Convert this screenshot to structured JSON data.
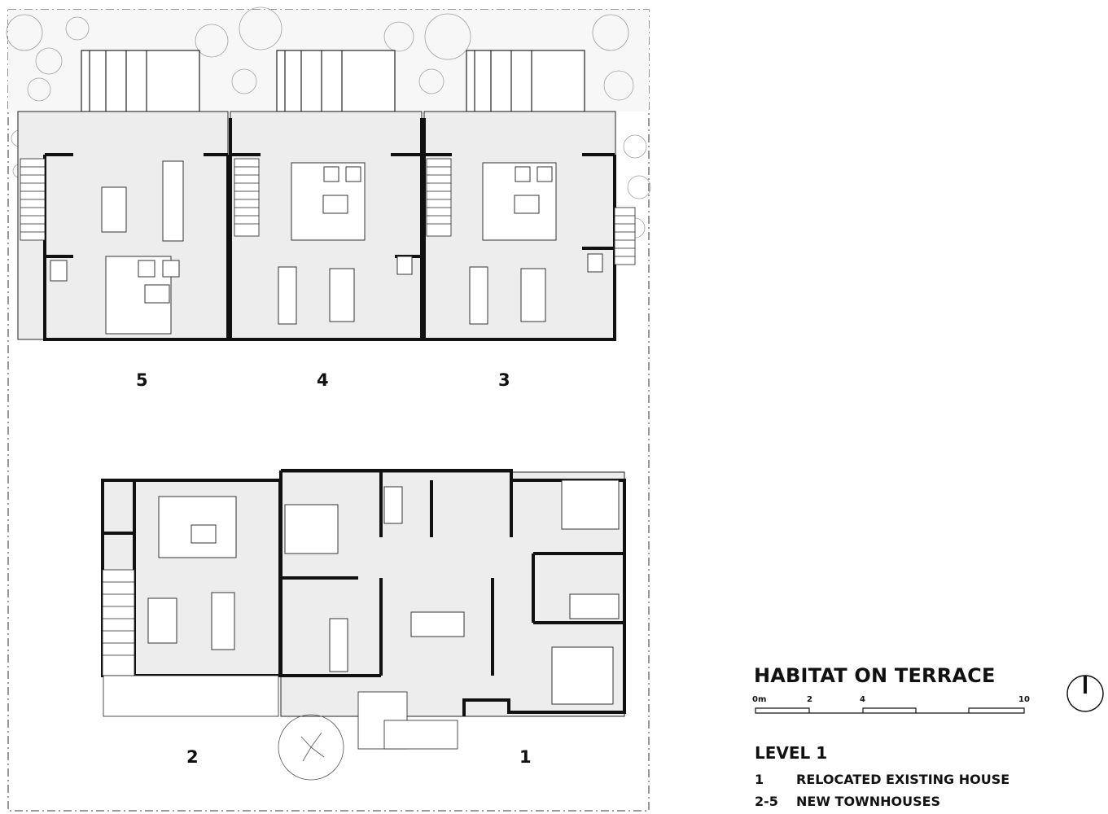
{
  "title": "HABITAT ON TERRACE",
  "scale_bar": {
    "ticks": [
      "0m",
      "2",
      "4",
      "10"
    ]
  },
  "level": "LEVEL 1",
  "legend": [
    {
      "num": "1",
      "text": "RELOCATED EXISTING HOUSE"
    },
    {
      "num": "2-5",
      "text": "NEW TOWNHOUSES"
    }
  ],
  "units": {
    "u1": "1",
    "u2": "2",
    "u3": "3",
    "u4": "4",
    "u5": "5"
  },
  "colors": {
    "wall": "#111111",
    "floor": "#ededed",
    "line": "#222222",
    "landscape": "#9a9a9a"
  },
  "icons": {
    "north_arrow": "north-arrow-icon",
    "tree": "tree-icon"
  }
}
